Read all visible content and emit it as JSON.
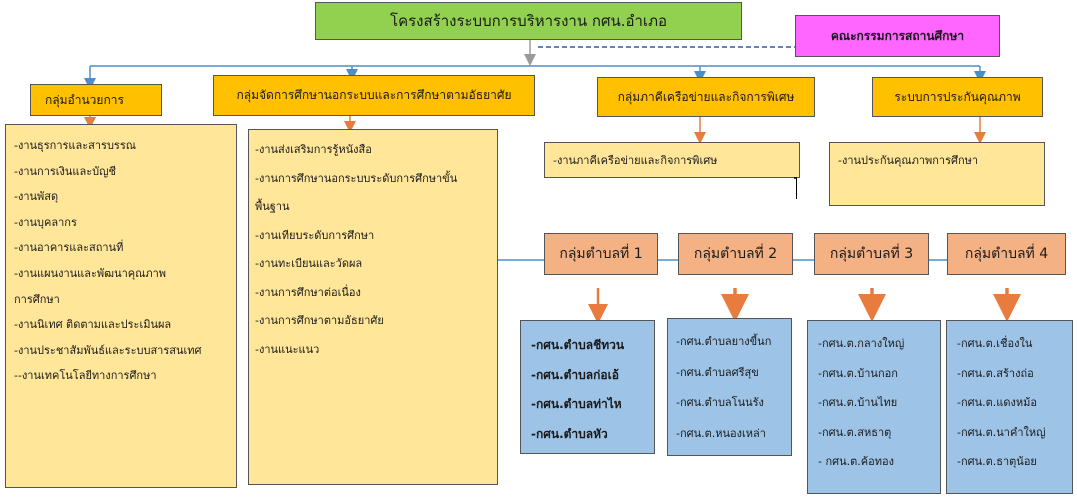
{
  "title": "โครงสร้างระบบการบริหารงาน กศน.อำเภอ",
  "committee": "คณะกรรมการสถานศึกษา",
  "groups": [
    {
      "label": "กลุ่มอำนวยการ",
      "items": [
        "-งานธุรการและสารบรรณ",
        "-งานการเงินและบัญชี",
        "-งานพัสดุ",
        "-งานบุคลากร",
        "-งานอาคารและสถานที่",
        "-งานแผนงานและพัฒนาคุณภาพ",
        "การศึกษา",
        "-งานนิเทศ  ติดตามและประเมินผล",
        "-งานประชาสัมพันธ์และระบบสารสนเทศ",
        "--งานเทคโนโลยีทางการศึกษา"
      ]
    },
    {
      "label": "กลุ่มจัดการศึกษานอกระบบและการศึกษาตามอัธยาศัย",
      "items": [
        "-งานส่งเสริมการรู้หนังสือ",
        "-งานการศึกษานอกระบบระดับการศึกษาขั้น",
        "พื้นฐาน",
        "-งานเทียบระดับการศึกษา",
        "-งานทะเบียนและวัดผล",
        "-งานการศึกษาต่อเนื่อง",
        "-งานการศึกษาตามอัธยาศัย",
        "-งานแนะแนว"
      ]
    },
    {
      "label": "กลุ่มภาคีเครือข่ายและกิจการพิเศษ",
      "items": [
        "-งานภาคีเครือข่ายและกิจการพิเศษ"
      ]
    },
    {
      "label": "ระบบการประกันคุณภาพ",
      "items": [
        "-งานประกันคุณภาพการศึกษา"
      ]
    }
  ],
  "tambon": [
    {
      "label": "กลุ่มตำบลที่ 1",
      "items": [
        "-กศน.ตำบลชีทวน",
        "-กศน.ตำบลก่อเอ้",
        "-กศน.ตำบลท่าไห",
        "-กศน.ตำบลหัว"
      ]
    },
    {
      "label": "กลุ่มตำบลที่ 2",
      "items": [
        "-กศน.ตำบลยางขี้นก",
        "-กศน.ตำบลศรีสุข",
        "-กศน.ตำบลโนนรัง",
        "-กศน.ต.หนองเหล่า"
      ]
    },
    {
      "label": "กลุ่มตำบลที่ 3",
      "items": [
        "-กศน.ต.กลางใหญ่",
        "-กศน.ต.บ้านกอก",
        "-กศน.ต.บ้านไทย",
        "-กศน.ต.สหธาตุ",
        "- กศน.ต.ค้อทอง"
      ]
    },
    {
      "label": "กลุ่มตำบลที่ 4",
      "items": [
        "-กศน.ต.เชื่องใน",
        "-กศน.ต.สร้างถ่อ",
        "-กศน.ต.แดงหม้อ",
        "-กศน.ต.นาคำใหญ่",
        "-กศน.ต.ธาตุน้อย"
      ]
    }
  ]
}
